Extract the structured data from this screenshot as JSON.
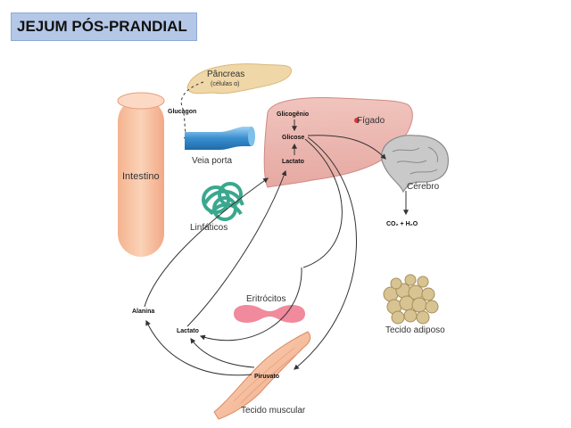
{
  "title": "JEJUM PÓS-PRANDIAL",
  "labels": {
    "pancreas": "Pâncreas",
    "pancreas_cells": "(células α)",
    "glucagon": "Glucagon",
    "veia_porta": "Veia porta",
    "intestino": "Intestino",
    "linfaticos": "Linfáticos",
    "figado": "Fígado",
    "glicogenio": "Glicogênio",
    "glicose": "Glicose",
    "lactato_figado": "Lactato",
    "cerebro": "Cérebro",
    "co2_h2o": "CO₂ + H₂O",
    "eritrocitos": "Eritrócitos",
    "tecido_adiposo": "Tecido adiposo",
    "alanina": "Alanina",
    "lactato": "Lactato",
    "piruvato": "Piruvato",
    "tecido_muscular": "Tecido muscular"
  }
}
